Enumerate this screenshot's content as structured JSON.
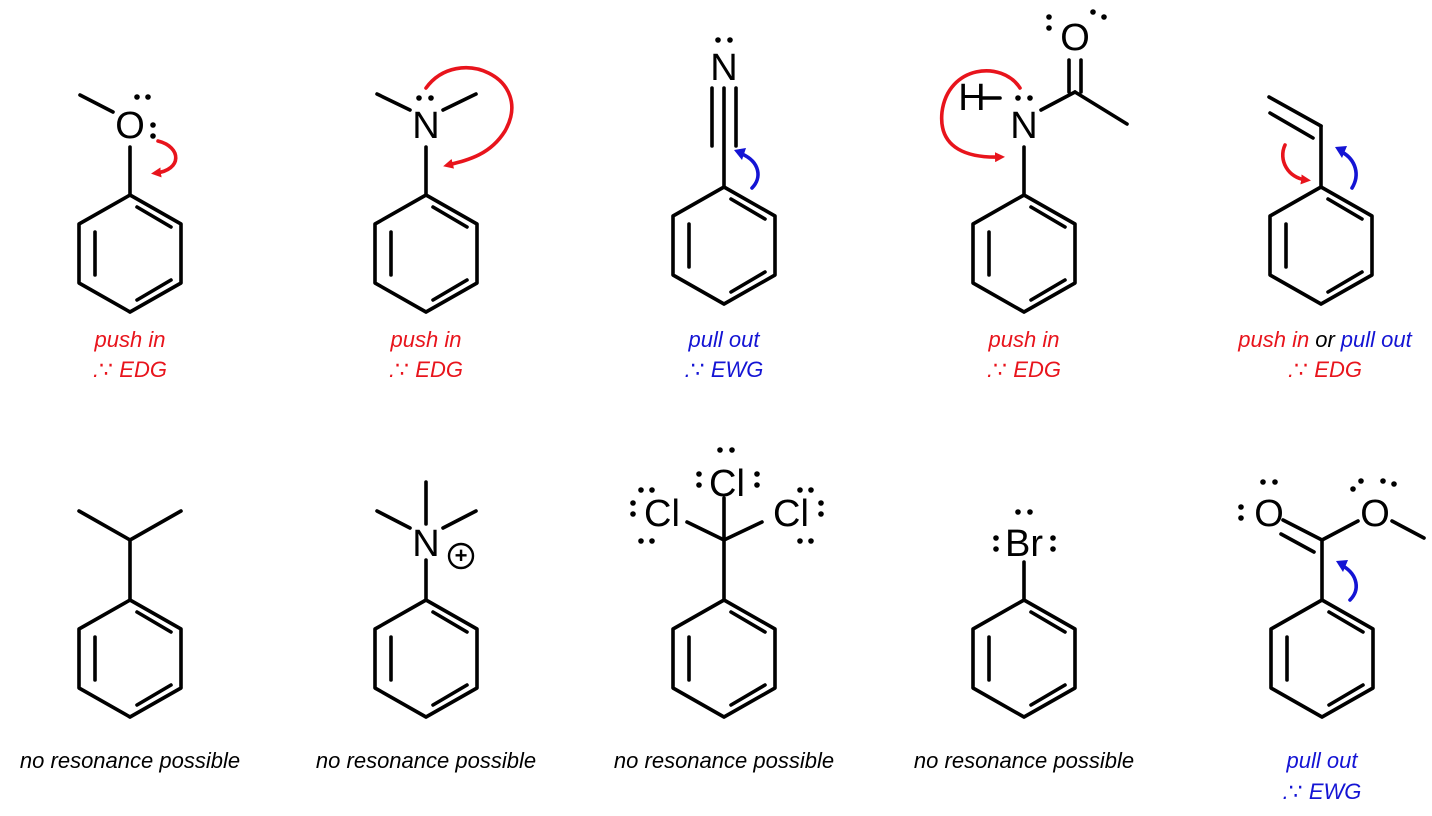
{
  "colors": {
    "push": "#e8141c",
    "pull": "#1414d4",
    "neutral": "#000000"
  },
  "top_row": [
    {
      "id": "anisole",
      "atoms": [
        "O"
      ],
      "caption": [
        "push in"
      ],
      "caption2": ".∵ EDG",
      "tone": "push"
    },
    {
      "id": "dimethylaniline",
      "atoms": [
        "N"
      ],
      "caption": [
        "push in"
      ],
      "caption2": ".∵ EDG",
      "tone": "push"
    },
    {
      "id": "benzonitrile",
      "atoms": [
        "N"
      ],
      "caption": [
        "pull out"
      ],
      "caption2": ".∵ EWG",
      "tone": "pull"
    },
    {
      "id": "acetanilide",
      "atoms": [
        "O",
        "H",
        "N"
      ],
      "caption": [
        "push in"
      ],
      "caption2": ".∵ EDG",
      "tone": "push"
    },
    {
      "id": "styrene",
      "atoms": [],
      "caption": [
        "push in",
        "or",
        "pull out"
      ],
      "caption2": ".∵ EDG",
      "tone": "push"
    }
  ],
  "bottom_row": [
    {
      "id": "cumene",
      "atoms": [],
      "caption": "no resonance possible"
    },
    {
      "id": "trimethylanilinium",
      "atoms": [
        "N",
        "+"
      ],
      "caption": "no resonance possible"
    },
    {
      "id": "trichloromethylbenzene",
      "atoms": [
        "Cl",
        "Cl",
        "Cl"
      ],
      "caption": "no resonance possible"
    },
    {
      "id": "bromobenzene",
      "atoms": [
        "Br"
      ],
      "caption": "no resonance possible"
    },
    {
      "id": "methylbenzoate",
      "atoms": [
        "O",
        "O"
      ],
      "caption": [
        "pull out"
      ],
      "caption2": ".∵ EWG",
      "tone": "pull"
    }
  ]
}
